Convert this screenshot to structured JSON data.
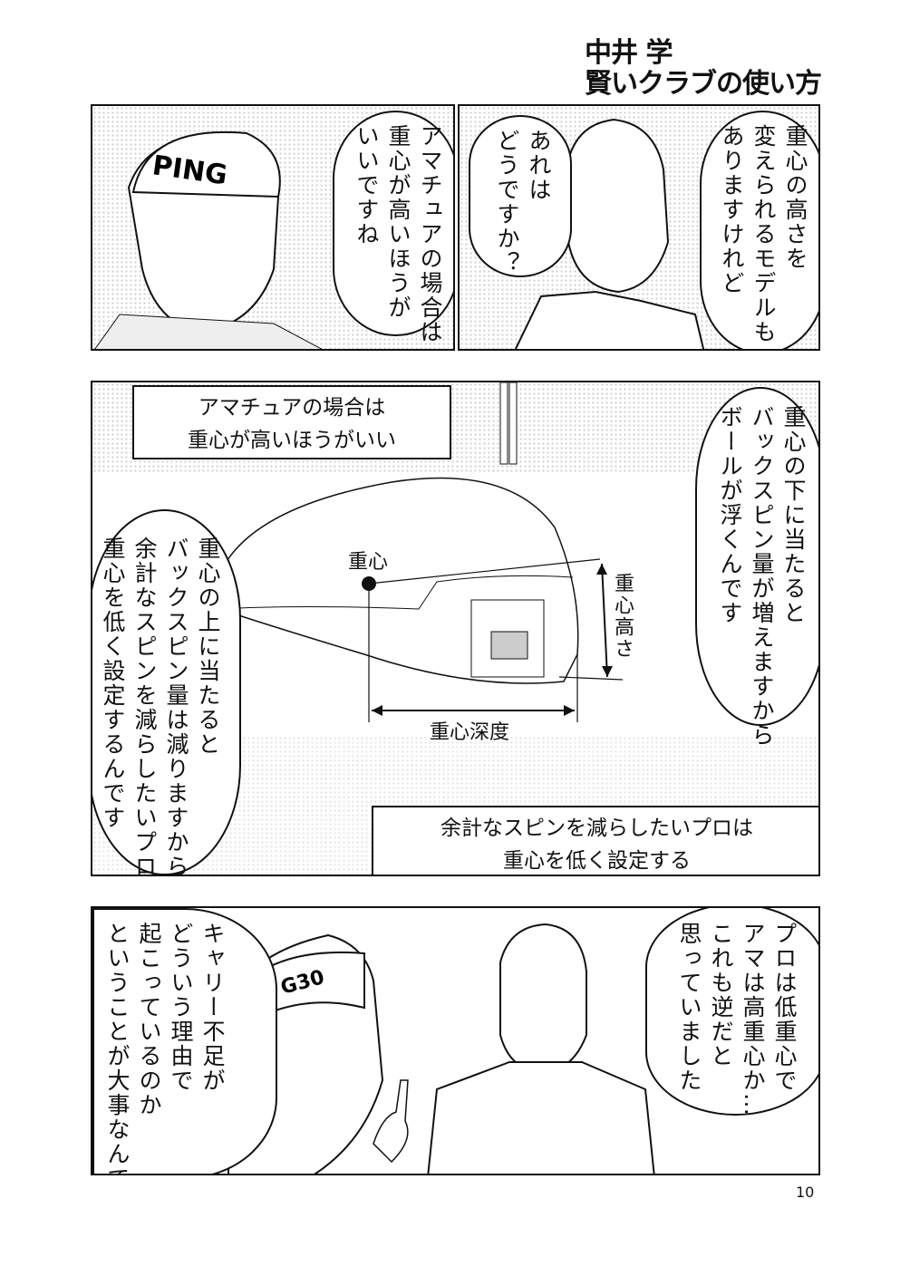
{
  "header": {
    "author": "中井 学",
    "series_title": "賢いクラブの使い方"
  },
  "panel1": {
    "pro_bubble": "アマチュアの場合は\n重心が高いほうが\nいいですね",
    "cap_logo": "PING",
    "interviewer_bubble_main": "重心の高さを\n変えられるモデルも\nありますけれど",
    "interviewer_bubble_small": "あれは\nどうですか？"
  },
  "panel2": {
    "caption_top": "アマチュアの場合は\n重心が高いほうがいい",
    "right_bubble": "重心の下に当たると\nバックスピン量が増えますから\nボールが浮くんです",
    "left_bubble": "重心の上に当たると\nバックスピン量は減りますから\n余計なスピンを減らしたいプロは\n重心を低く設定するんです",
    "diagram": {
      "cg_label": "重心",
      "height_label": "重心高さ",
      "depth_label": "重心深度"
    },
    "caption_bottom": "余計なスピンを減らしたいプロは\n重心を低く設定する"
  },
  "panel3": {
    "pro_bubble": "キャリー不足が\nどういう理由で\n起こっているのか\nということが大事なんです",
    "cap_logo": "G30",
    "interviewer_bubble": "プロは低重心で\nアマは高重心か…\nこれも逆だと\n思っていました"
  },
  "page_number": "10"
}
